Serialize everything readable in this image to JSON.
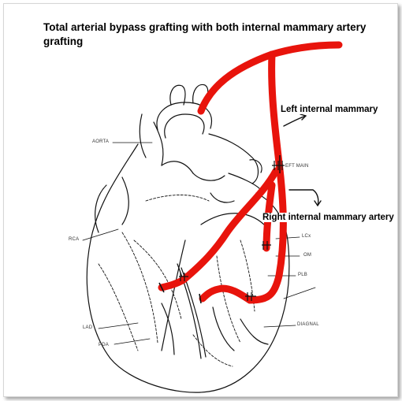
{
  "title": "Total arterial bypass grafting with both internal mammary  artery grafting",
  "callouts": {
    "lima": "Left internal mammary",
    "rima": "Right internal mammary artery"
  },
  "anatomy_labels": {
    "aorta": "AORTA",
    "left_main": "EFT MAIN",
    "rca": "RCA",
    "lcx": "LCx",
    "om": "OM",
    "plb": "PLB",
    "lad": "LAD",
    "pda": "PDA",
    "diagonal": "DIAGNAL"
  },
  "colors": {
    "graft": "#e8140c",
    "outline": "#111111"
  }
}
